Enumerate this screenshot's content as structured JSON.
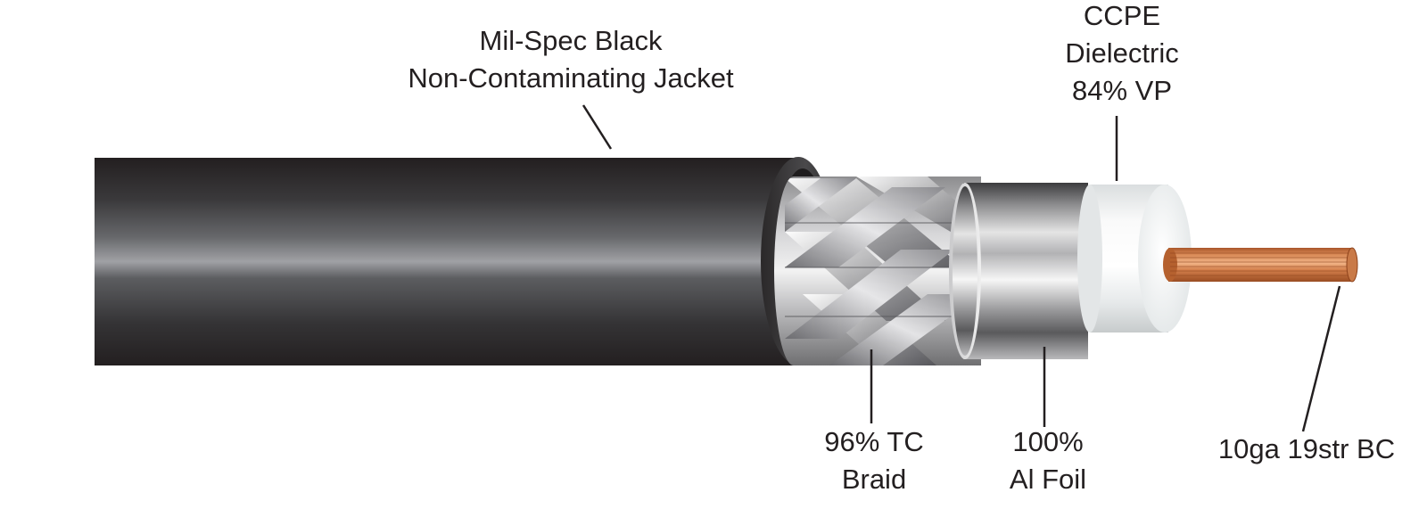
{
  "diagram": {
    "subject": "Coaxial cable cutaway",
    "layers": [
      {
        "id": "jacket",
        "name": "jacket",
        "color": "#231f20"
      },
      {
        "id": "braid",
        "name": "braid",
        "color": "#b8b8b8"
      },
      {
        "id": "foil",
        "name": "foil",
        "color": "#a9a9a9"
      },
      {
        "id": "dielectric",
        "name": "dielectric",
        "color": "#f2f4f4"
      },
      {
        "id": "conductor",
        "name": "conductor",
        "color": "#c8713e"
      }
    ]
  },
  "labels": {
    "jacket": {
      "line1": "Mil-Spec Black",
      "line2": "Non-Contaminating Jacket"
    },
    "dielectric": {
      "line1": "CCPE",
      "line2": "Dielectric",
      "line3": "84% VP"
    },
    "braid": {
      "line1": "96% TC",
      "line2": "Braid"
    },
    "foil": {
      "line1": "100%",
      "line2": "Al Foil"
    },
    "conductor": {
      "line1": "10ga 19str BC"
    }
  }
}
